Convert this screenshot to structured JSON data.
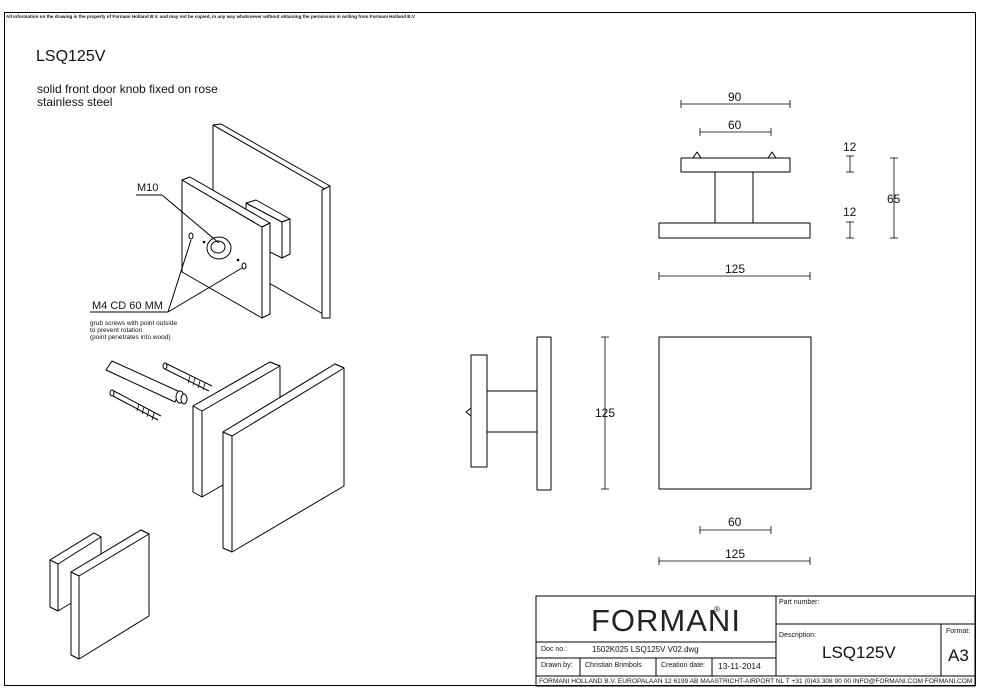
{
  "notice": "All information on the drawing is the property of Formani Holland B.V. and may not be copied, in any way whatsoever without obtaining the permission in writing from Formani Holland B.V",
  "header": {
    "title": "LSQ125V",
    "desc_line1": "solid front door knob fixed on rose",
    "desc_line2": "stainless steel"
  },
  "labels": {
    "m10": "M10",
    "m4": "M4 CD 60 MM",
    "grub1": "grub screws with point outside",
    "grub2": "to prevent rotation",
    "grub3": "(point penetrates into wood)"
  },
  "dimensions": {
    "top_90": "90",
    "top_60": "60",
    "top_12a": "12",
    "top_12b": "12",
    "top_65": "65",
    "top_125": "125",
    "side_125": "125",
    "front_60": "60",
    "front_125": "125"
  },
  "title_block": {
    "logo": "FORMANI",
    "logo_reg": "®",
    "part_number_label": "Part number:",
    "description_label": "Description:",
    "description_value": "LSQ125V",
    "format_label": "Format:",
    "format_value": "A3",
    "doc_no_label": "Doc no.:",
    "doc_no_value": "1502K025 LSQ125V V02.dwg",
    "drawn_by_label": "Drawn by:",
    "drawn_by_value": "Christian Brimbols",
    "creation_date_label": "Creation date:",
    "creation_date_value": "13-11-2014",
    "footer": "FORMANI HOLLAND B.V.  EUROPALAAN 12  6199 AB MAASTRICHT-AIRPORT NL  T +31 (0)43 308 90 00 INFO@FORMANI.COM FORMANI.COM"
  }
}
